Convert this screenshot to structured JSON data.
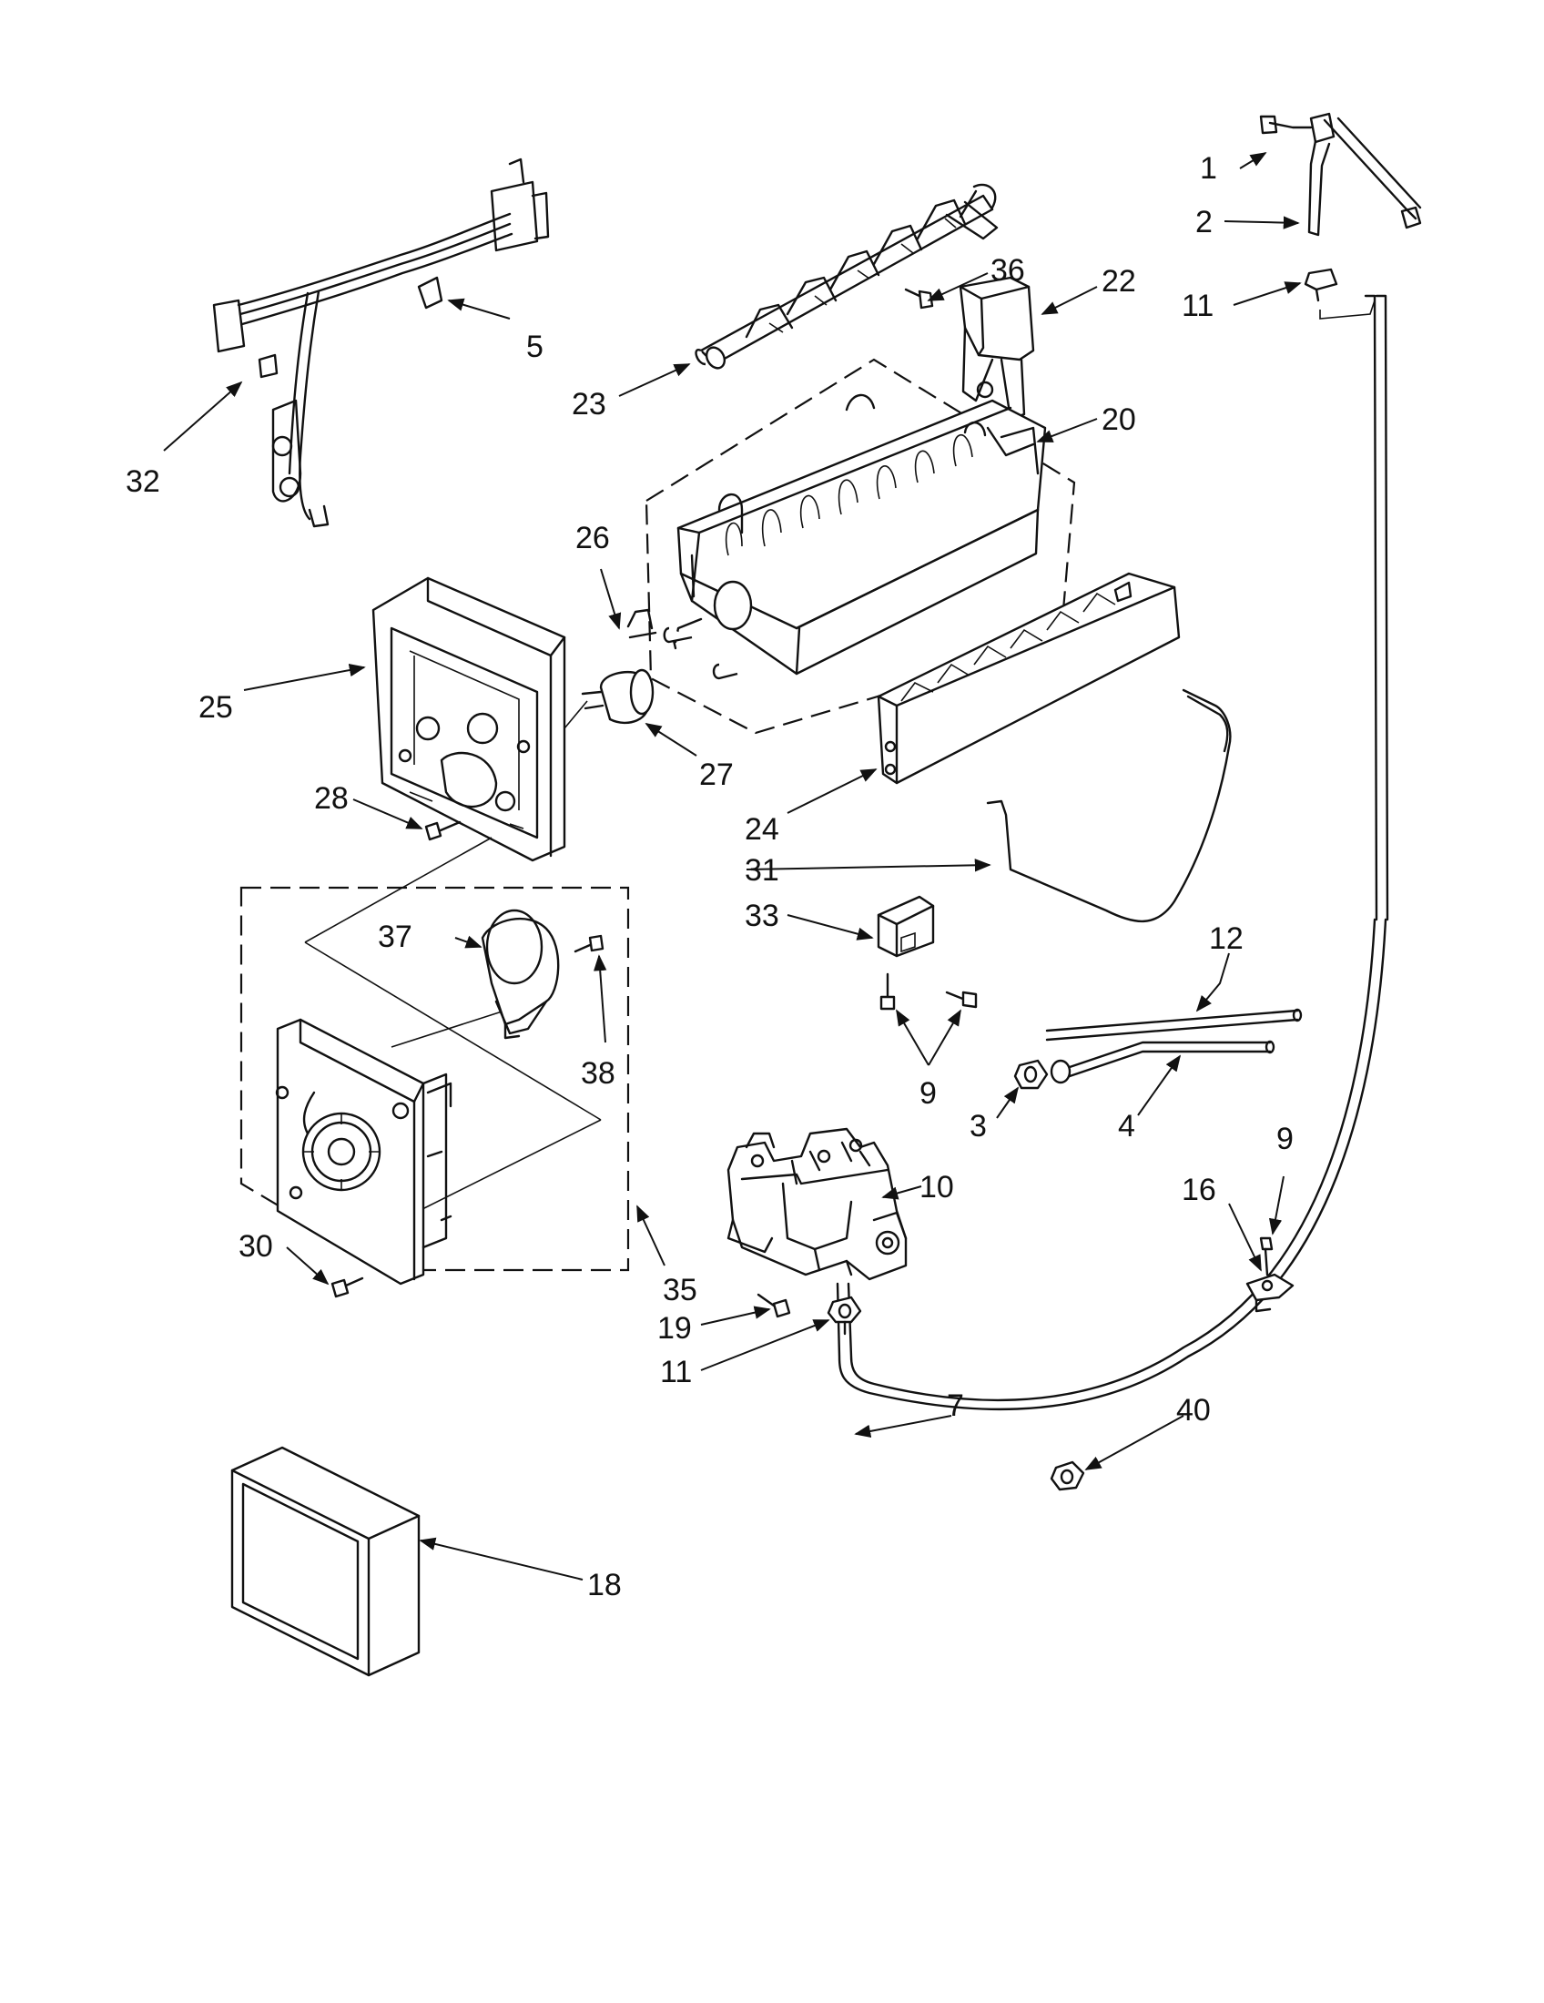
{
  "callouts": [
    {
      "id": "c1",
      "text": "1"
    },
    {
      "id": "c2",
      "text": "2"
    },
    {
      "id": "c3",
      "text": "3"
    },
    {
      "id": "c4",
      "text": "4"
    },
    {
      "id": "c5",
      "text": "5"
    },
    {
      "id": "c7",
      "text": "7"
    },
    {
      "id": "c9a",
      "text": "9"
    },
    {
      "id": "c9b",
      "text": "9"
    },
    {
      "id": "c10",
      "text": "10"
    },
    {
      "id": "c11a",
      "text": "11"
    },
    {
      "id": "c11b",
      "text": "11"
    },
    {
      "id": "c12",
      "text": "12"
    },
    {
      "id": "c16",
      "text": "16"
    },
    {
      "id": "c18",
      "text": "18"
    },
    {
      "id": "c19",
      "text": "19"
    },
    {
      "id": "c20",
      "text": "20"
    },
    {
      "id": "c22",
      "text": "22"
    },
    {
      "id": "c23",
      "text": "23"
    },
    {
      "id": "c24",
      "text": "24"
    },
    {
      "id": "c25",
      "text": "25"
    },
    {
      "id": "c26",
      "text": "26"
    },
    {
      "id": "c27",
      "text": "27"
    },
    {
      "id": "c28",
      "text": "28"
    },
    {
      "id": "c30",
      "text": "30"
    },
    {
      "id": "c31",
      "text": "31"
    },
    {
      "id": "c32",
      "text": "32"
    },
    {
      "id": "c33",
      "text": "33"
    },
    {
      "id": "c35",
      "text": "35"
    },
    {
      "id": "c36",
      "text": "36"
    },
    {
      "id": "c37",
      "text": "37"
    },
    {
      "id": "c38",
      "text": "38"
    },
    {
      "id": "c40",
      "text": "40"
    }
  ]
}
